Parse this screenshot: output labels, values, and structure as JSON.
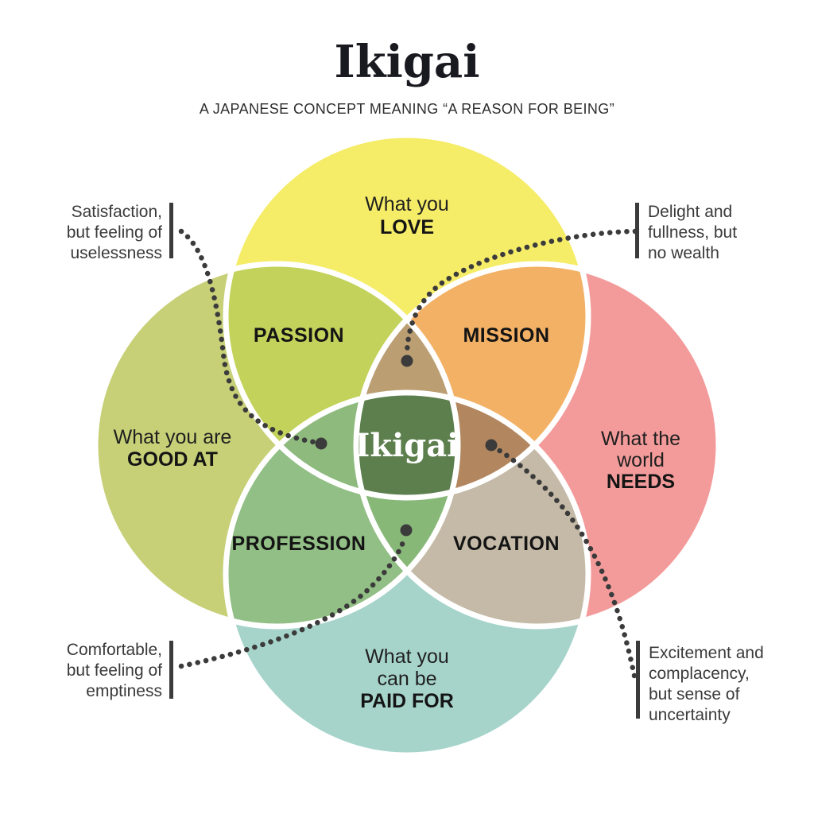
{
  "colors": {
    "background": "#ffffff",
    "line": "#3b3b3b",
    "text_dark": "#1f1f1f",
    "annotation_text": "#3a3a3a",
    "border_white": "#ffffff",
    "love": "#f5ec68",
    "good_at": "#c7d077",
    "needs": "#f39b9a",
    "paid_for": "#a6d4cb",
    "passion": "#c3d25a",
    "mission": "#f3b166",
    "profession": "#92bf85",
    "vocation": "#c5baa7",
    "petal_top": "#bb9e72",
    "petal_left": "#8eba7e",
    "petal_right": "#b2875f",
    "petal_bottom": "#88b878",
    "center": "#5d7f4e"
  },
  "header": {
    "title": "Ikigai",
    "subtitle": "A JAPANESE CONCEPT MEANING “A REASON FOR BEING”"
  },
  "circles": {
    "love": {
      "lines": [
        "What you",
        "LOVE"
      ]
    },
    "good_at": {
      "lines": [
        "What you are",
        "GOOD AT"
      ]
    },
    "needs": {
      "lines": [
        "What the",
        "world",
        "NEEDS"
      ]
    },
    "paid_for": {
      "lines": [
        "What you",
        "can be",
        "PAID FOR"
      ]
    }
  },
  "overlaps": {
    "passion": "PASSION",
    "mission": "MISSION",
    "profession": "PROFESSION",
    "vocation": "VOCATION",
    "center": "Ikigai"
  },
  "annotations": {
    "top_left": {
      "lines": [
        "Satisfaction,",
        "but feeling of",
        "uselessness"
      ]
    },
    "top_right": {
      "lines": [
        "Delight and",
        "fullness, but",
        "no wealth"
      ]
    },
    "bottom_left": {
      "lines": [
        "Comfortable,",
        "but feeling of",
        "emptiness"
      ]
    },
    "bottom_right": {
      "lines": [
        "Excitement and",
        "complacency,",
        "but sense of",
        "uncertainty"
      ]
    }
  }
}
